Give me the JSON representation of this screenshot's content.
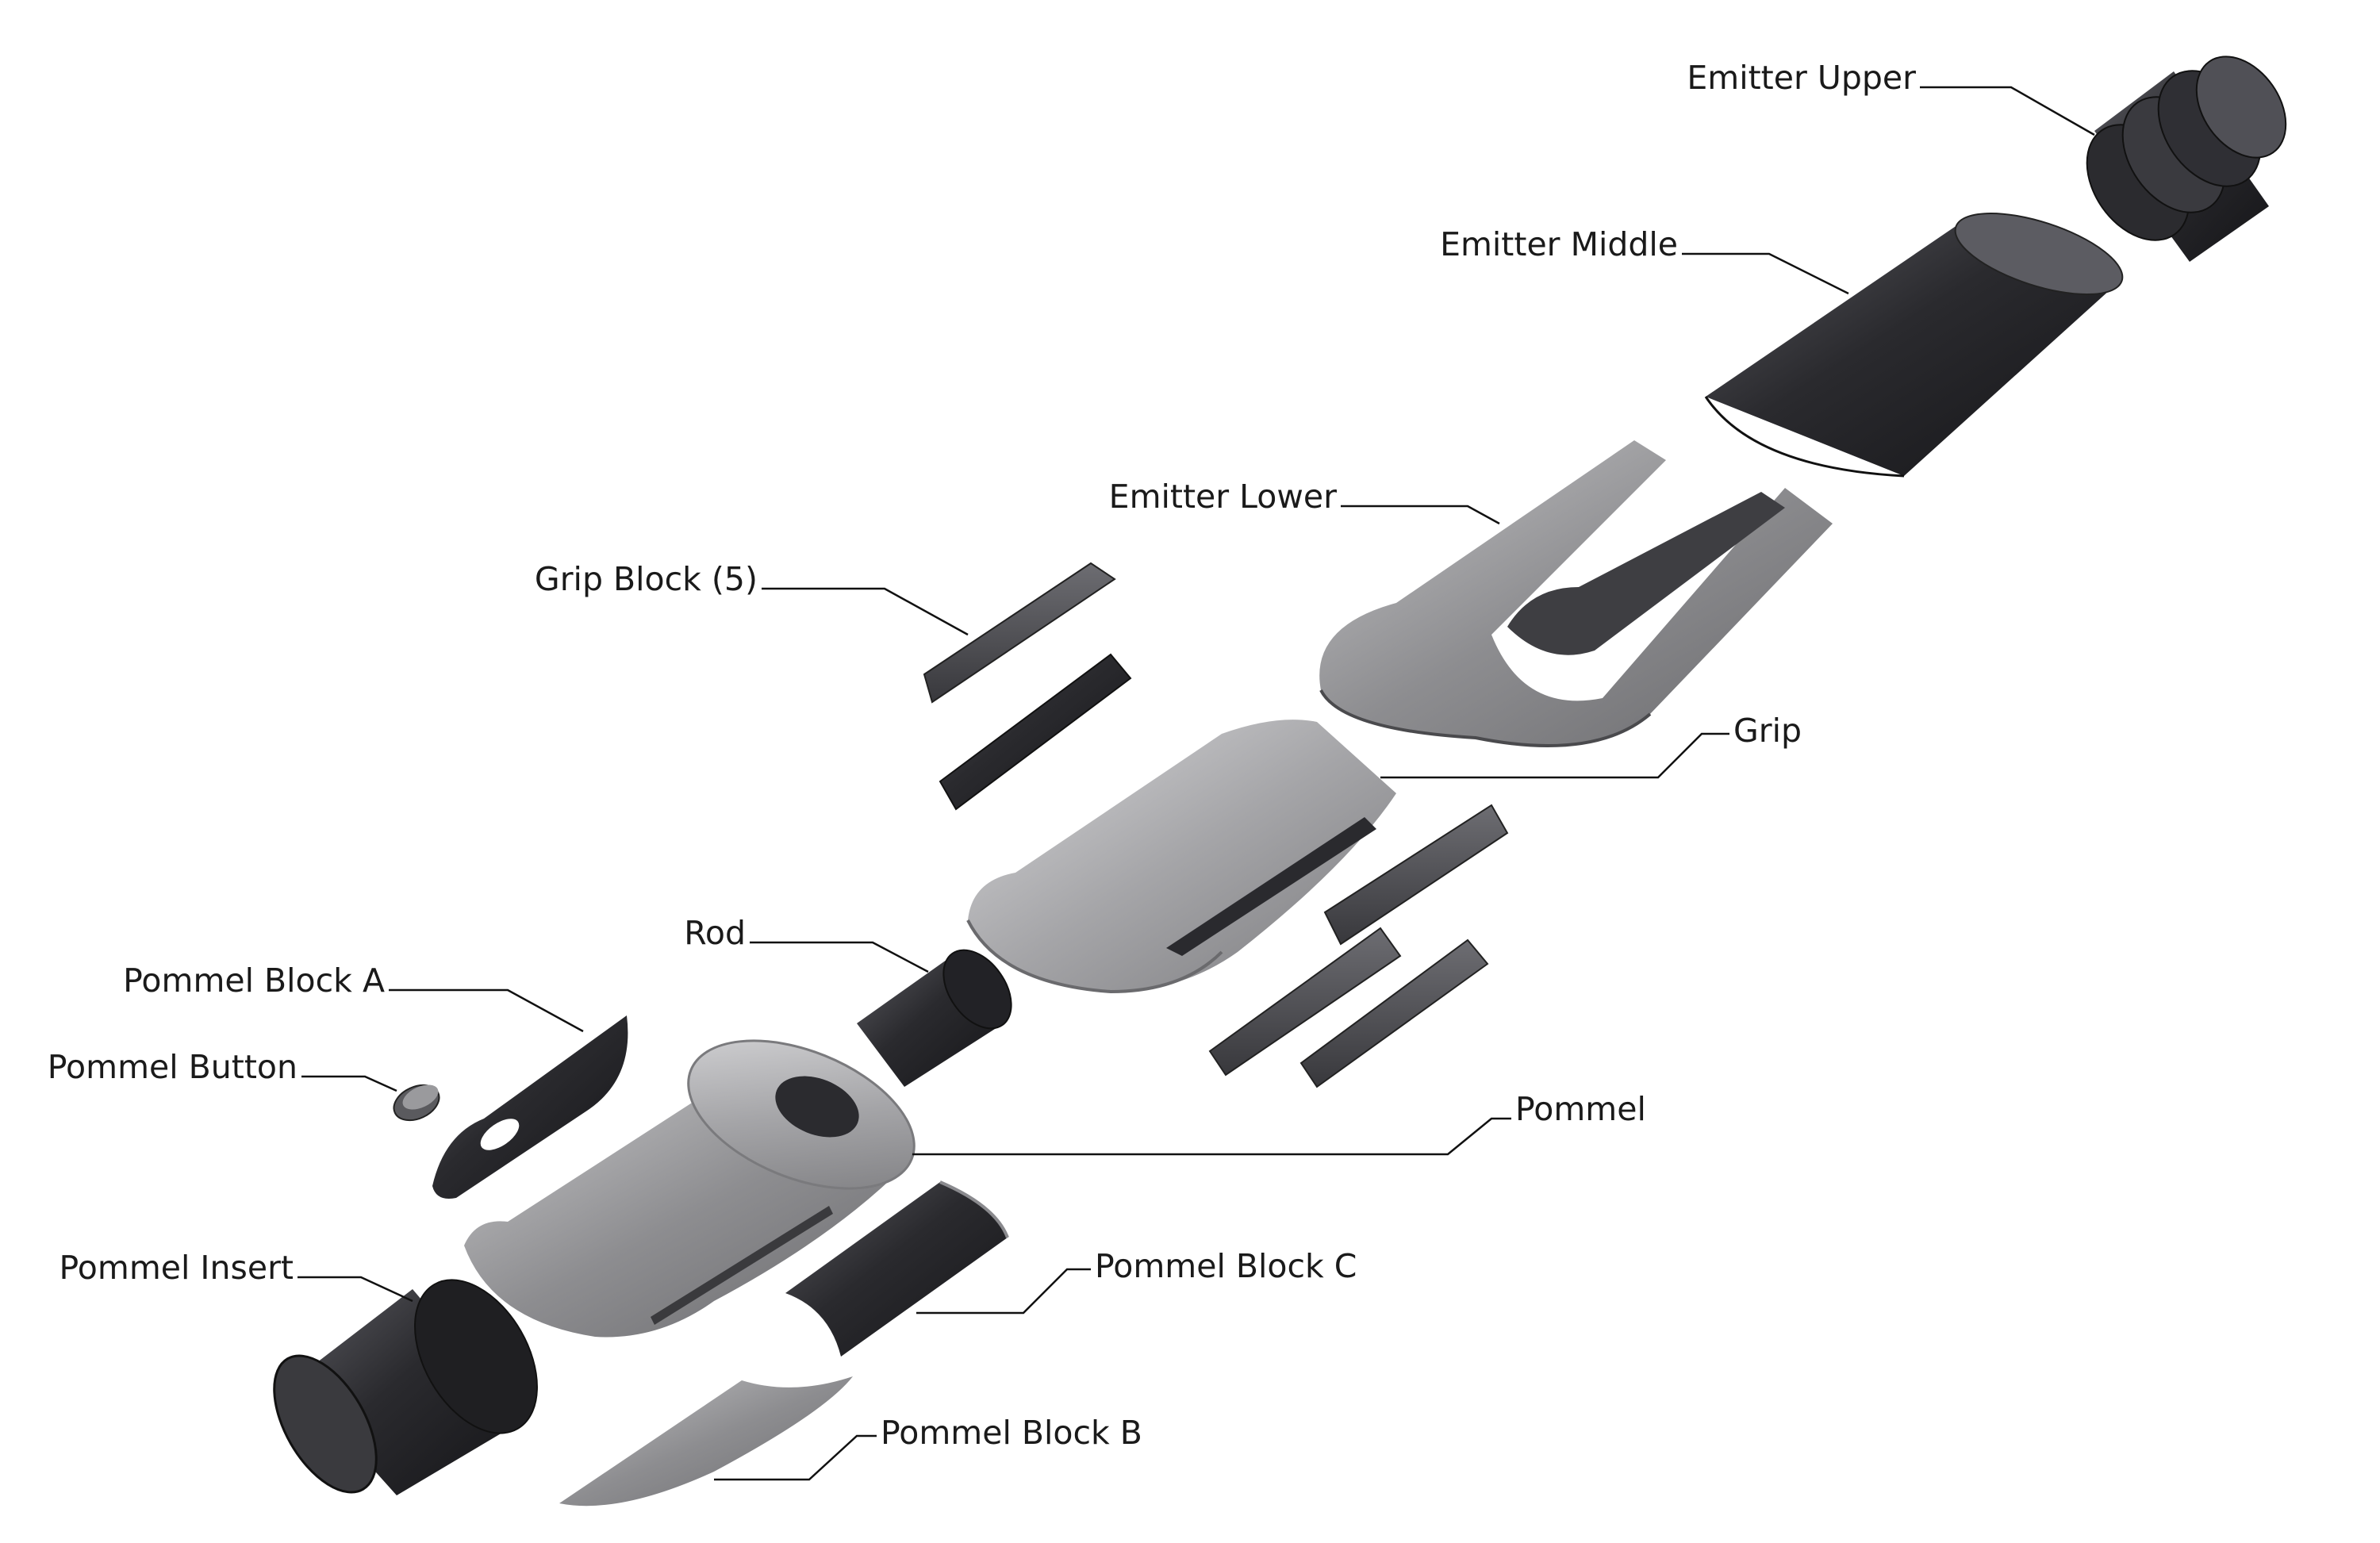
{
  "labels": {
    "emitter_upper": "Emitter Upper",
    "emitter_middle": "Emitter Middle",
    "emitter_lower": "Emitter Lower",
    "grip_block": "Grip Block (5)",
    "grip": "Grip",
    "rod": "Rod",
    "pommel_block_a": "Pommel Block A",
    "pommel_button": "Pommel Button",
    "pommel": "Pommel",
    "pommel_insert": "Pommel Insert",
    "pommel_block_c": "Pommel Block C",
    "pommel_block_b": "Pommel Block B"
  },
  "colors": {
    "background": "#ffffff",
    "dark_part": "#2e2e32",
    "mid_part": "#6a6a6e",
    "light_part": "#a9a9ab",
    "label_text": "#1a1a1a"
  }
}
